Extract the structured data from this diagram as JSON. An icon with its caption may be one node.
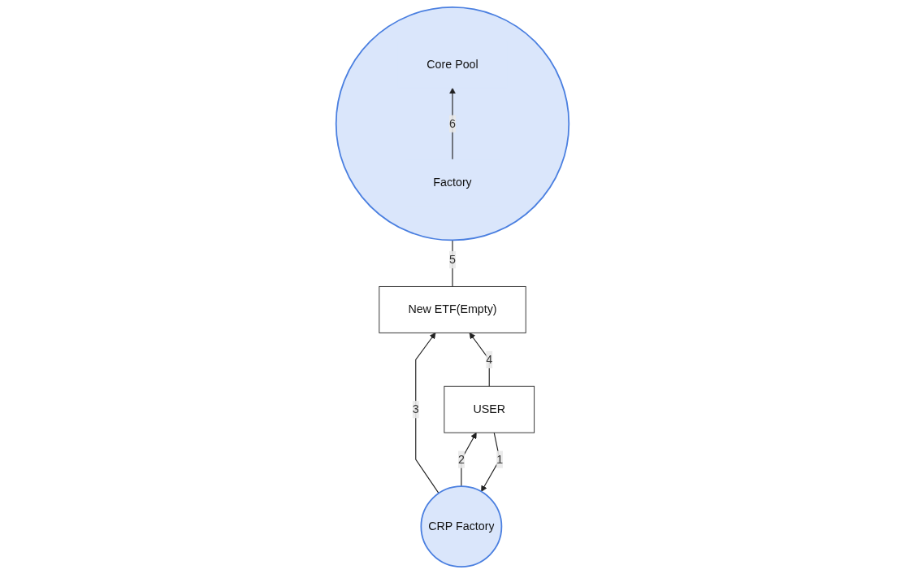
{
  "diagram": {
    "nodes": [
      {
        "text": [
          "CRP Factory"
        ]
      },
      {
        "text": [],
        "shape": "circle"
      },
      {
        "text": [
          "Core Pool"
        ],
        "in": 1
      },
      {
        "text": [
          "Factory"
        ],
        "in": 1
      },
      {
        "text": [
          "USER"
        ]
      },
      {
        "text": [
          "New ETF(Empty)"
        ]
      }
    ],
    "edges": [
      {
        "from": 4,
        "to": 0,
        "arrow": "to",
        "label": "1"
      },
      {
        "from": 0,
        "to": 4,
        "arrow": "to",
        "label": "2"
      },
      {
        "from": 0,
        "to": 5,
        "arrow": "to",
        "label": "3"
      },
      {
        "from": 4,
        "to": 5,
        "arrow": "to",
        "label": "4"
      },
      {
        "from": 5,
        "to": 1,
        "arrow": "to",
        "label": "5"
      },
      {
        "from": 3,
        "to": 2,
        "arrow": "to",
        "label": "6"
      }
    ]
  }
}
